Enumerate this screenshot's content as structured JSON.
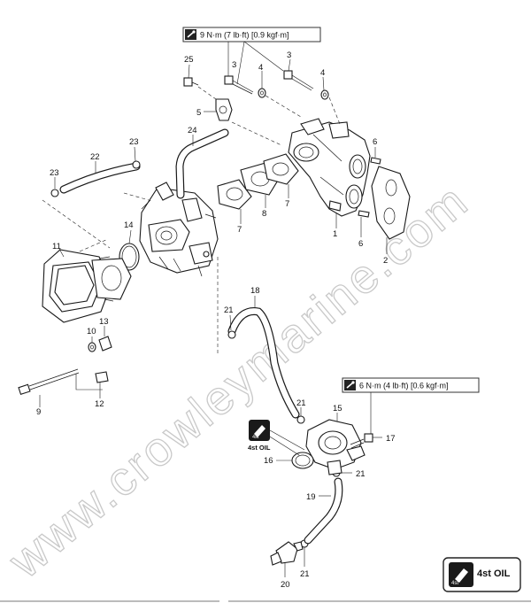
{
  "torque_specs": [
    {
      "id": "upper",
      "text": "9 N·m (7 lb·ft) [0.9 kgf·m]"
    },
    {
      "id": "lower",
      "text": "6 N·m (4 lb·ft) [0.6 kgf·m]"
    }
  ],
  "oil_symbol": {
    "label": "4st OIL",
    "badge": "4st",
    "legend_label": "4st OIL",
    "legend_badge": "4st"
  },
  "watermark": "www.crowleymarine.com",
  "part_callouts": [
    "1",
    "2",
    "3",
    "3",
    "4",
    "4",
    "5",
    "6",
    "6",
    "7",
    "7",
    "8",
    "9",
    "10",
    "11",
    "12",
    "13",
    "14",
    "15",
    "16",
    "17",
    "18",
    "19",
    "20",
    "21",
    "21",
    "21",
    "21",
    "22",
    "23",
    "23",
    "24",
    "25"
  ],
  "icons": [
    "torque-wrench-icon",
    "oil-can-icon"
  ]
}
